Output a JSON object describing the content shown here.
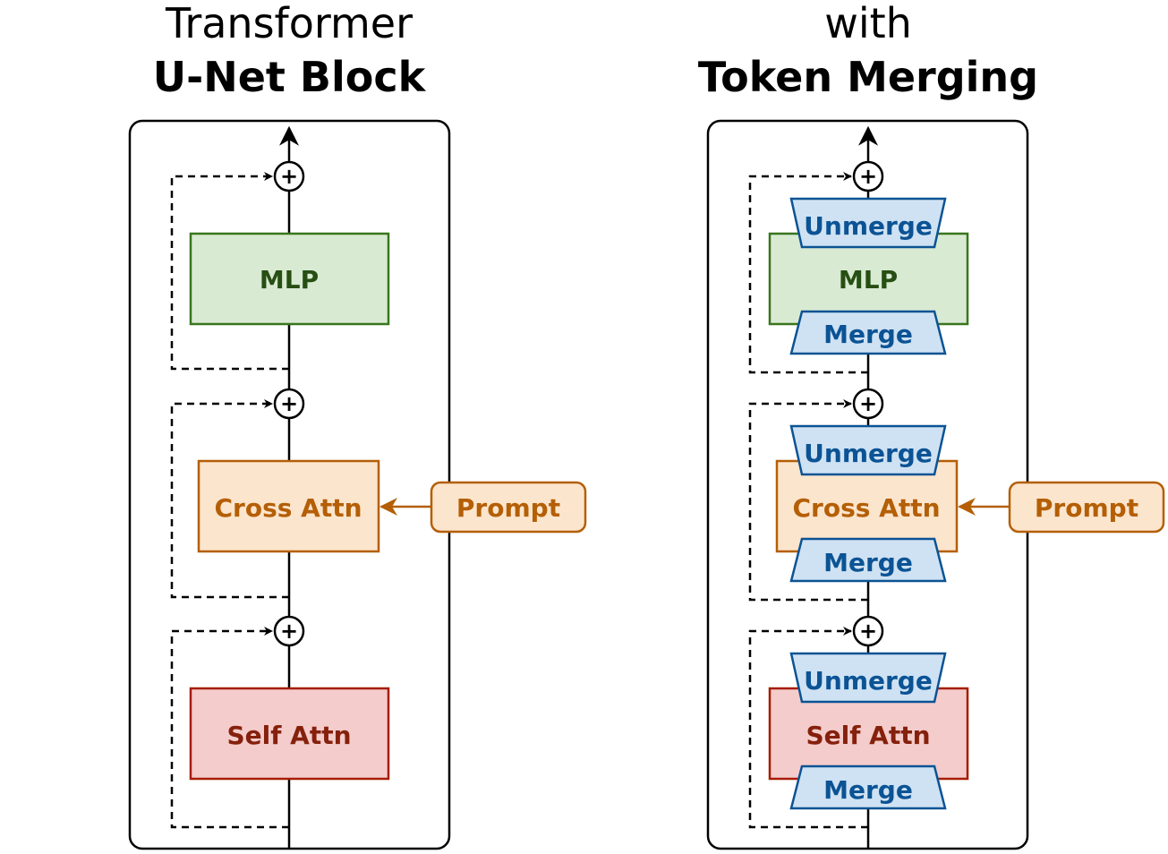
{
  "left_panel": {
    "title_line1": "Transformer",
    "title_line2": "U-Net Block",
    "blocks": {
      "mlp": "MLP",
      "cross_attn": "Cross Attn",
      "self_attn": "Self Attn"
    },
    "prompt": "Prompt",
    "plus_symbol": "+"
  },
  "right_panel": {
    "title_line1": "with",
    "title_line2": "Token Merging",
    "blocks": {
      "mlp": "MLP",
      "cross_attn": "Cross Attn",
      "self_attn": "Self Attn"
    },
    "unmerge": "Unmerge",
    "merge": "Merge",
    "prompt": "Prompt",
    "plus_symbol": "+"
  },
  "colors": {
    "mlp_fill": "#d9ead3",
    "mlp_stroke": "#38761d",
    "mlp_text": "#274e13",
    "cross_fill": "#fce5cd",
    "cross_stroke": "#b45f06",
    "cross_text": "#b45f06",
    "self_fill": "#f4cccc",
    "self_stroke": "#a61c00",
    "self_text": "#85200c",
    "merge_fill": "#cfe2f3",
    "merge_stroke": "#0b5394",
    "merge_text": "#0b5394"
  }
}
